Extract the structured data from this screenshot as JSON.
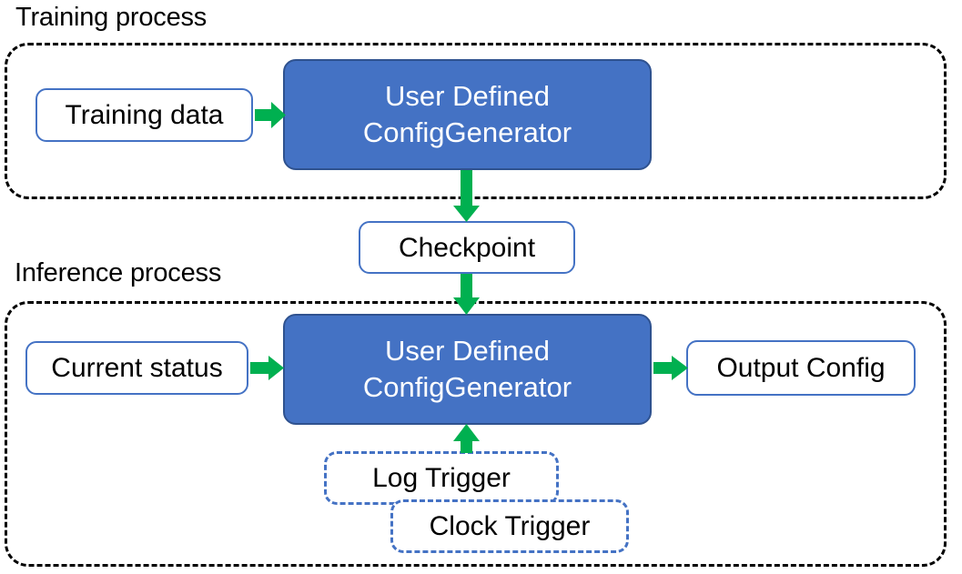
{
  "diagram": {
    "title_training": "Training process",
    "title_inference": "Inference process",
    "colors": {
      "process_fill": "#4472C4",
      "process_border": "#2F528F",
      "node_border": "#4472C4",
      "arrow": "#00B050",
      "group_border": "#000000",
      "text_dark": "#000000",
      "text_light": "#FFFFFF"
    }
  },
  "training": {
    "group_label": "Training process",
    "nodes": {
      "training_data": "Training data",
      "process_line1": "User Defined",
      "process_line2": "ConfigGenerator"
    }
  },
  "shared": {
    "checkpoint": "Checkpoint"
  },
  "inference": {
    "group_label": "Inference process",
    "nodes": {
      "current_status": "Current status",
      "process_line1": "User Defined",
      "process_line2": "ConfigGenerator",
      "output_config": "Output Config",
      "log_trigger": "Log Trigger",
      "clock_trigger": "Clock Trigger"
    }
  },
  "edges": [
    {
      "name": "training-data-to-process",
      "from": "Training data",
      "to": "User Defined ConfigGenerator",
      "direction": "right"
    },
    {
      "name": "process-to-checkpoint",
      "from": "User Defined ConfigGenerator",
      "to": "Checkpoint",
      "direction": "down"
    },
    {
      "name": "checkpoint-to-inference-process",
      "from": "Checkpoint",
      "to": "User Defined ConfigGenerator",
      "direction": "down"
    },
    {
      "name": "current-status-to-process",
      "from": "Current status",
      "to": "User Defined ConfigGenerator",
      "direction": "right"
    },
    {
      "name": "process-to-output-config",
      "from": "User Defined ConfigGenerator",
      "to": "Output Config",
      "direction": "right"
    },
    {
      "name": "trigger-to-process",
      "from": "Log Trigger / Clock Trigger",
      "to": "User Defined ConfigGenerator",
      "direction": "up"
    }
  ]
}
